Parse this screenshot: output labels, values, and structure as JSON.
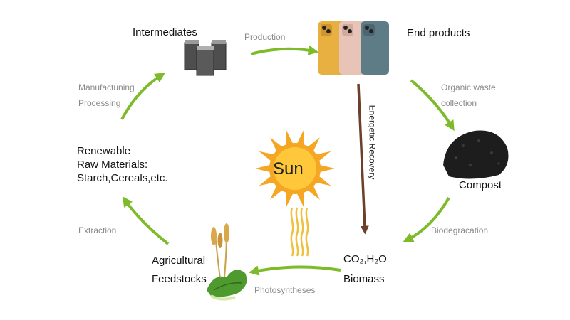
{
  "nodes": {
    "intermediates": "Intermediates",
    "end_products": "End products",
    "compost": "Compost",
    "co2_h2o": "CO₂,H₂O",
    "biomass": "Biomass",
    "agri_line1": "Agricultural",
    "agri_line2": "Feedstocks",
    "raw_line1": "Renewable",
    "raw_line2": "Raw Materials:",
    "raw_line3": "Starch,Cereals,etc.",
    "sun": "Sun"
  },
  "edges": {
    "production": "Production",
    "organic_line1": "Organic waste",
    "organic_line2": "collection",
    "energetic": "Energetic Recovery",
    "biodegradation": "Biodegracation",
    "photosyntheses": "Photosyntheses",
    "extraction": "Extraction",
    "manuf_line1": "Manufactuning",
    "manuf_line2": "Processing"
  },
  "colors": {
    "arrow_green": "#7dbb2b",
    "arrow_brown": "#6b3f2a",
    "sun_orange": "#f5a623",
    "sun_yellow": "#ffd23f",
    "case_yellow": "#e8b040",
    "case_pink": "#e8c4b8",
    "case_teal": "#5e7c86"
  },
  "icons": [
    "cups-icon",
    "phone-cases-icon",
    "compost-icon",
    "sun-icon",
    "sun-rays-icon",
    "wheat-bokchoy-icon"
  ]
}
